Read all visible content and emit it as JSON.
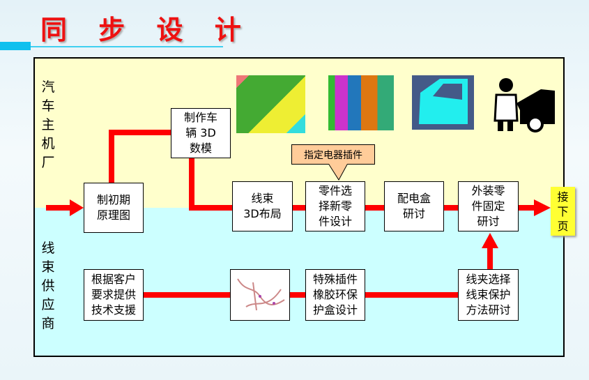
{
  "title": "同 步 设 计",
  "lanes": {
    "oem": "汽\n车\n主\n机\n厂",
    "supplier": "线\n束\n供\n应\n商"
  },
  "boxes": {
    "initial_schematic": "制初期\n原理图",
    "model_3d": "制作车\n辆 3D\n数模",
    "harness_layout": "线束\n3D布局",
    "part_selection": "零件选\n择新零\n件设计",
    "junction_box": "配电盒\n研讨",
    "exterior_fix": "外装零\n件固定\n研讨",
    "customer_support": "根据客户\n要求提供\n技术支援",
    "special_connector": "特殊插件\n橡胶环保\n护盒设计",
    "clip_selection": "线夹选择\n线束保护\n方法研讨"
  },
  "callout": "指定电器插件",
  "next_page": "接\n下\n页"
}
